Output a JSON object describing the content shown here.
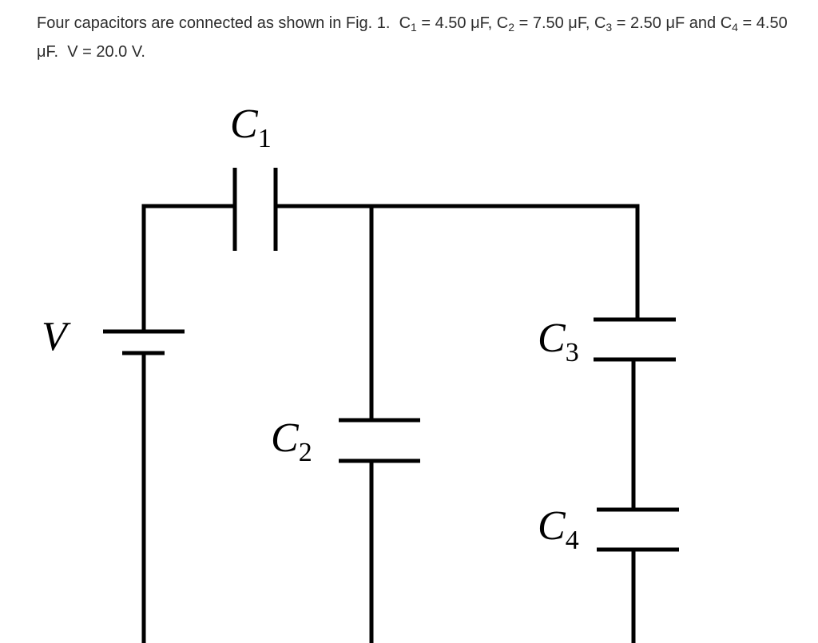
{
  "problem": {
    "intro": "Four capacitors are connected as shown in Fig. 1.",
    "c1_name": "C",
    "c1_sub": "1",
    "c1_value": "= 4.50 μF,",
    "c2_name": "C",
    "c2_sub": "2",
    "c2_value": "= 7.50 μF,",
    "c3_name": "C",
    "c3_sub": "3",
    "c3_value": "= 2.50 μF and",
    "c4_name": "C",
    "c4_sub": "4",
    "c4_value": "= 4.50 μF.",
    "voltage": "V = 20.0 V."
  },
  "diagram": {
    "battery_label": "V",
    "c1_label": "C",
    "c1_sub": "1",
    "c2_label": "C",
    "c2_sub": "2",
    "c3_label": "C",
    "c3_sub": "3",
    "c4_label": "C",
    "c4_sub": "4"
  }
}
